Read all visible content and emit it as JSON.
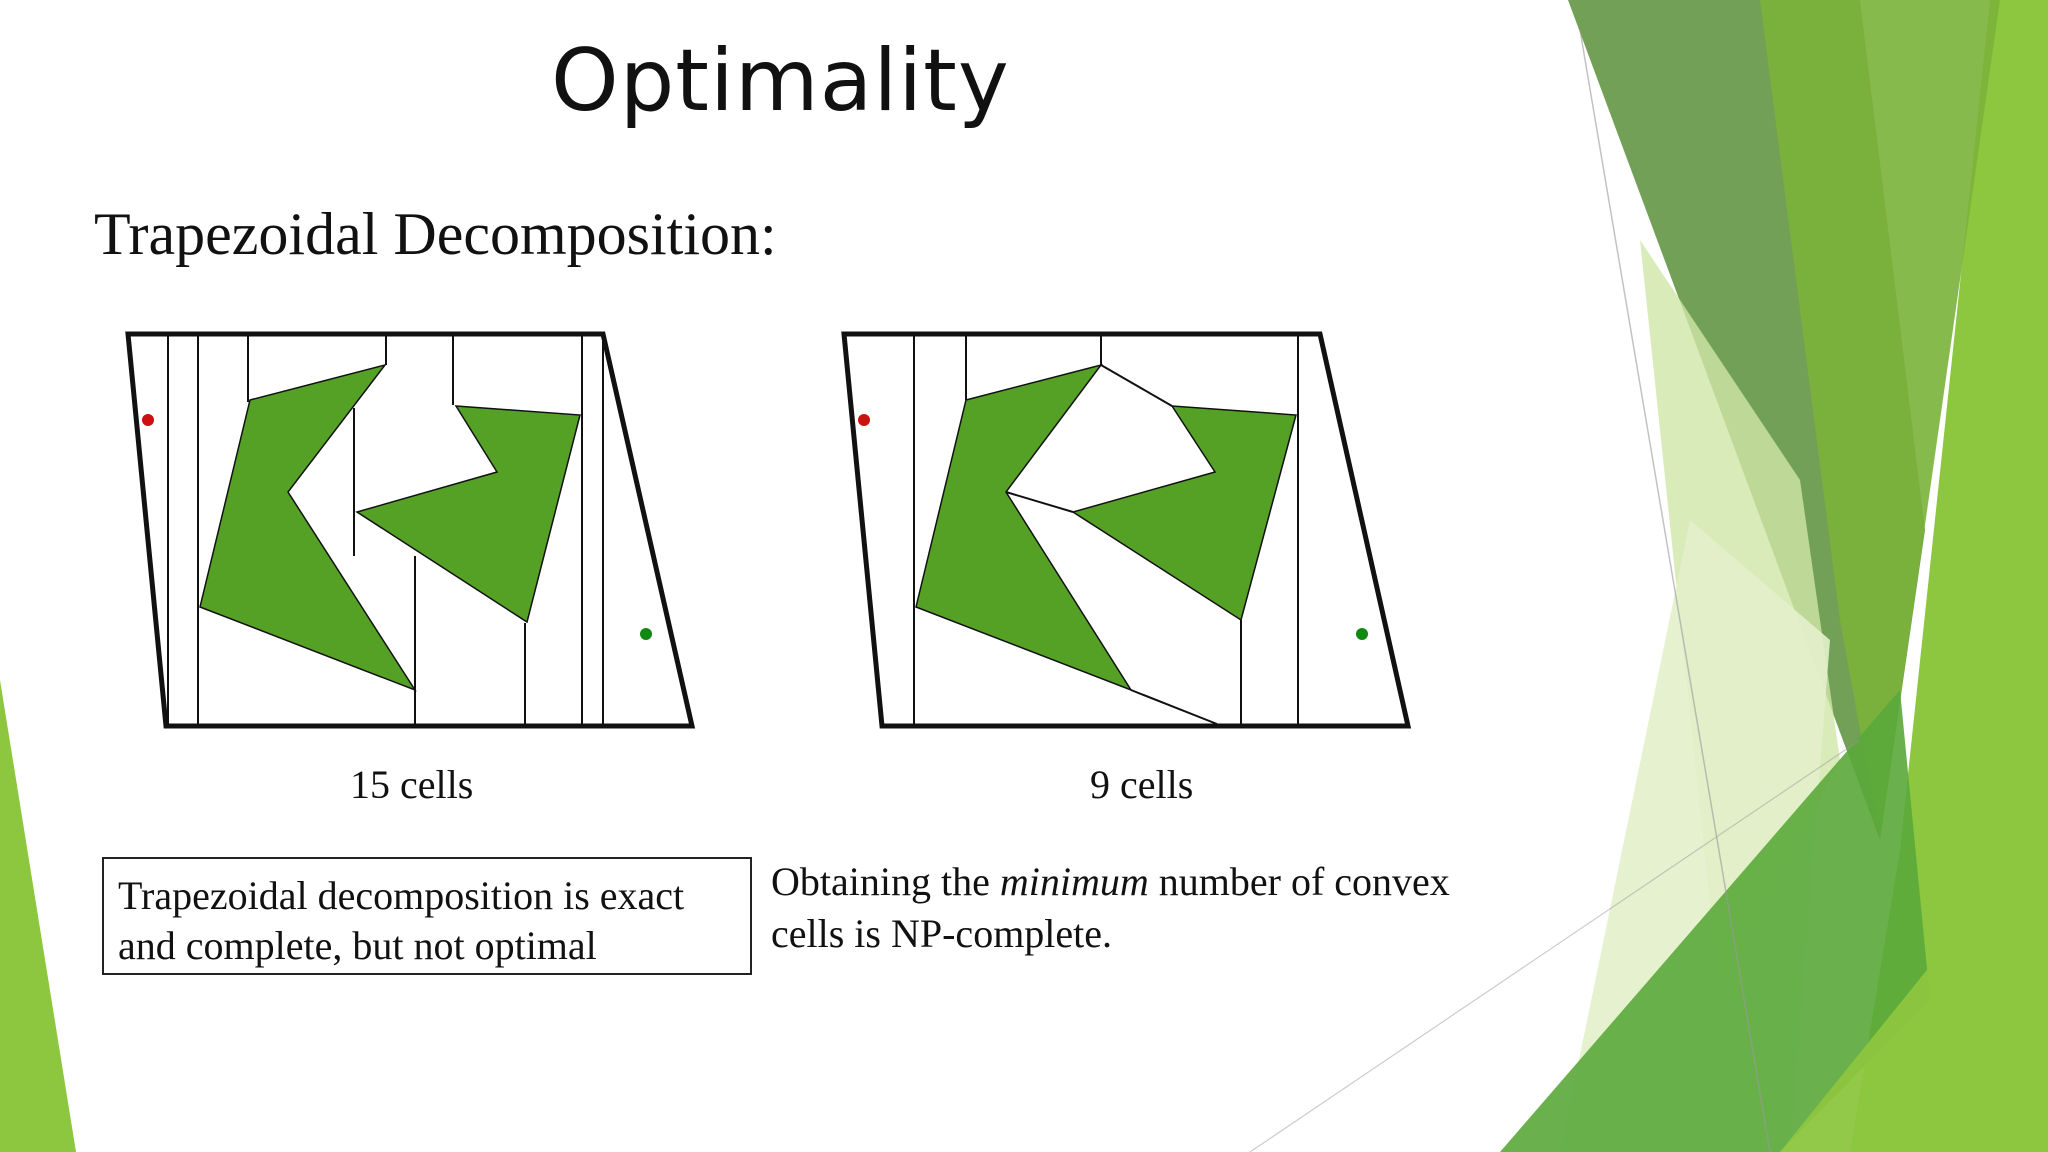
{
  "slide": {
    "title": "Optimality",
    "subtitle": "Trapezoidal Decomposition:",
    "left_caption": "15 cells",
    "right_caption": "9 cells",
    "box_note": "Trapezoidal decomposition is exact and complete, but not optimal",
    "side_note": {
      "before": "Obtaining the ",
      "emphasis": "minimum",
      "after": " number of convex cells is NP-complete."
    }
  },
  "colors": {
    "obstacle": "#55a126",
    "start_point": "#cc1111",
    "goal_point": "#118811",
    "accent_light": "#8dc63f",
    "accent_dark": "#5a8f3a"
  }
}
